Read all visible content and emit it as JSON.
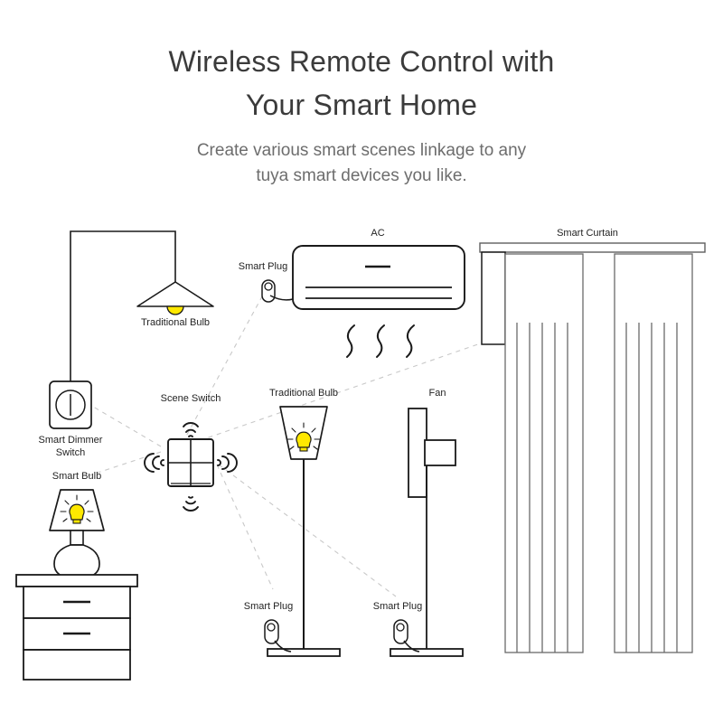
{
  "header": {
    "title_line1": "Wireless Remote Control with",
    "title_line2": "Your Smart Home",
    "subtitle_line1": "Create various smart scenes linkage to any",
    "subtitle_line2": "tuya smart devices you like."
  },
  "colors": {
    "background": "#ffffff",
    "stroke": "#1a1a1a",
    "bulb_yellow": "#ffe800",
    "dashed_link": "#c8c8c8",
    "title_text": "#3b3b3b",
    "subtitle_text": "#6d6d6d",
    "label_text": "#232323",
    "curtain_stroke": "#6a6a6a"
  },
  "diagram": {
    "labels": {
      "traditional_bulb_pendant": "Traditional Bulb",
      "smart_dimmer_switch_l1": "Smart Dimmer",
      "smart_dimmer_switch_l2": "Switch",
      "smart_bulb": "Smart Bulb",
      "scene_switch": "Scene Switch",
      "smart_plug_ac": "Smart Plug",
      "ac": "AC",
      "smart_curtain": "Smart Curtain",
      "traditional_bulb_floor": "Traditional Bulb",
      "fan": "Fan",
      "smart_plug_lamp": "Smart Plug",
      "smart_plug_fan": "Smart Plug"
    },
    "devices": [
      {
        "id": "pendant-lamp",
        "name": "Traditional Bulb",
        "type": "pendant-light"
      },
      {
        "id": "smart-dimmer-switch",
        "name": "Smart Dimmer Switch",
        "type": "wall-dimmer"
      },
      {
        "id": "smart-bulb-lamp",
        "name": "Smart Bulb",
        "type": "table-lamp"
      },
      {
        "id": "scene-switch",
        "name": "Scene Switch",
        "type": "wireless-scene-panel"
      },
      {
        "id": "ac-unit",
        "name": "AC",
        "type": "air-conditioner"
      },
      {
        "id": "smart-curtain",
        "name": "Smart Curtain",
        "type": "motorized-curtain"
      },
      {
        "id": "floor-lamp",
        "name": "Traditional Bulb",
        "type": "floor-lamp"
      },
      {
        "id": "pedestal-fan",
        "name": "Fan",
        "type": "pedestal-fan"
      }
    ],
    "links": [
      {
        "from": "scene-switch",
        "to": "ac-unit"
      },
      {
        "from": "scene-switch",
        "to": "smart-curtain"
      },
      {
        "from": "scene-switch",
        "to": "smart-dimmer-switch"
      },
      {
        "from": "scene-switch",
        "to": "smart-bulb-lamp"
      },
      {
        "from": "scene-switch",
        "to": "floor-lamp"
      },
      {
        "from": "scene-switch",
        "to": "pedestal-fan"
      }
    ],
    "scene_switch_buttons": 4,
    "scene_switch_signal_directions": [
      "up",
      "down",
      "left",
      "right"
    ]
  }
}
